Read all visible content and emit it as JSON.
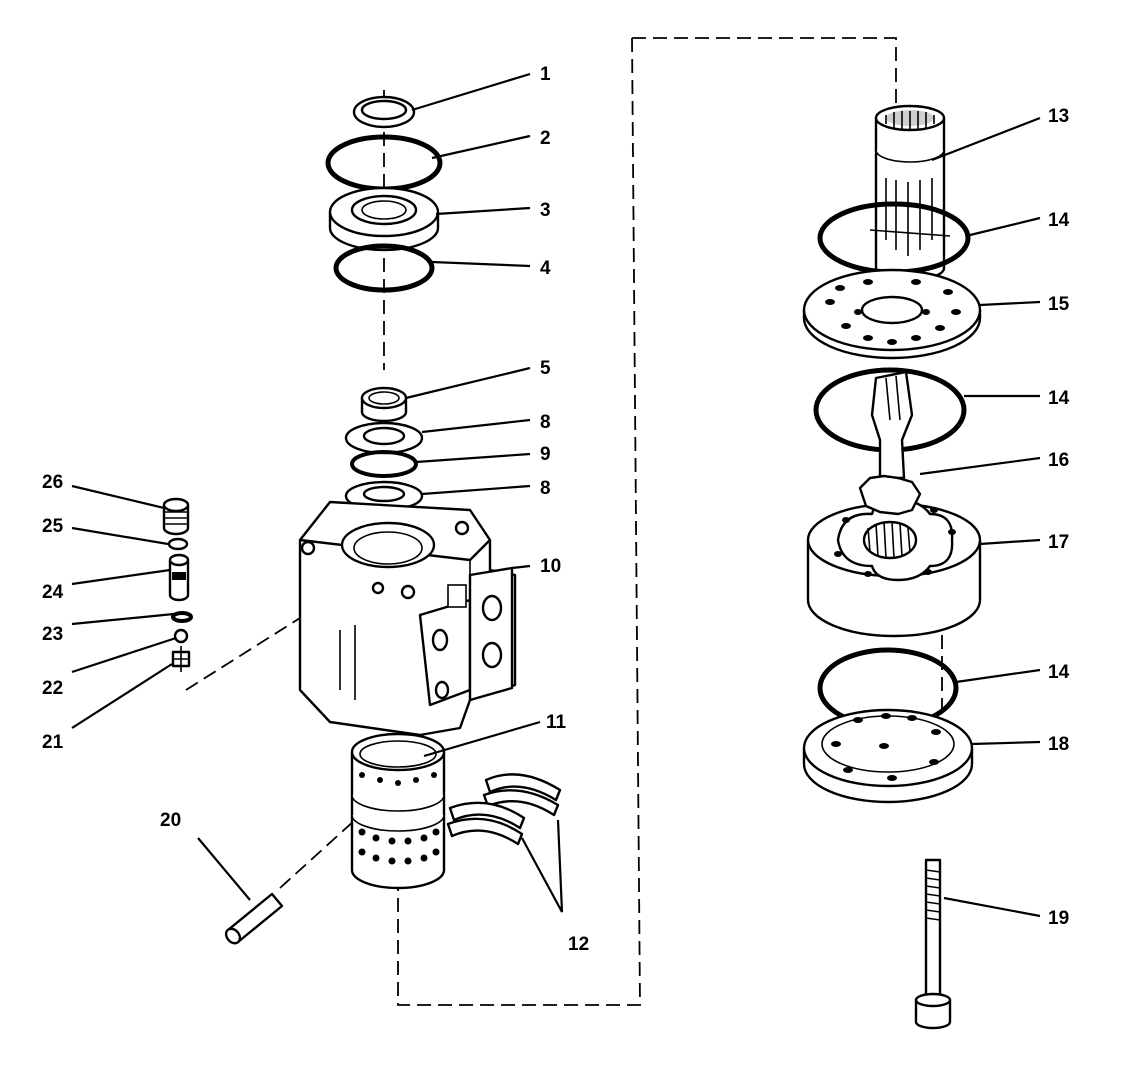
{
  "callouts": {
    "p1": "1",
    "p2": "2",
    "p3": "3",
    "p4": "4",
    "p5": "5",
    "p8a": "8",
    "p9": "9",
    "p8b": "8",
    "p10": "10",
    "p11": "11",
    "p12": "12",
    "p13": "13",
    "p14a": "14",
    "p15": "15",
    "p14b": "14",
    "p16": "16",
    "p17": "17",
    "p14c": "14",
    "p18": "18",
    "p19": "19",
    "p20": "20",
    "p21": "21",
    "p22": "22",
    "p23": "23",
    "p24": "24",
    "p25": "25",
    "p26": "26"
  }
}
